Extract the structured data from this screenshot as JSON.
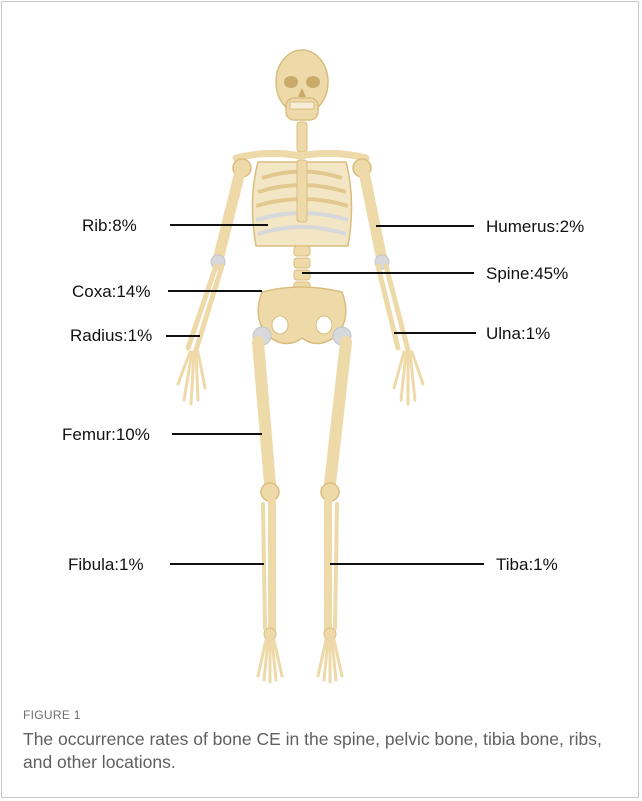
{
  "figure": {
    "number": "FIGURE 1",
    "caption": "The occurrence rates of bone CE in the spine, pelvic bone, tibia bone, ribs, and other locations."
  },
  "labels": {
    "rib": "Rib:8%",
    "coxa": "Coxa:14%",
    "radius": "Radius:1%",
    "femur": "Femur:10%",
    "fibula": "Fibula:1%",
    "humerus": "Humerus:2%",
    "spine": "Spine:45%",
    "ulna": "Ulna:1%",
    "tiba": "Tiba:1%"
  },
  "colors": {
    "bone": "#eed9a8",
    "bone_shade": "#d9bd7f",
    "cartilage": "#d6d8dc",
    "leader": "#111111"
  }
}
